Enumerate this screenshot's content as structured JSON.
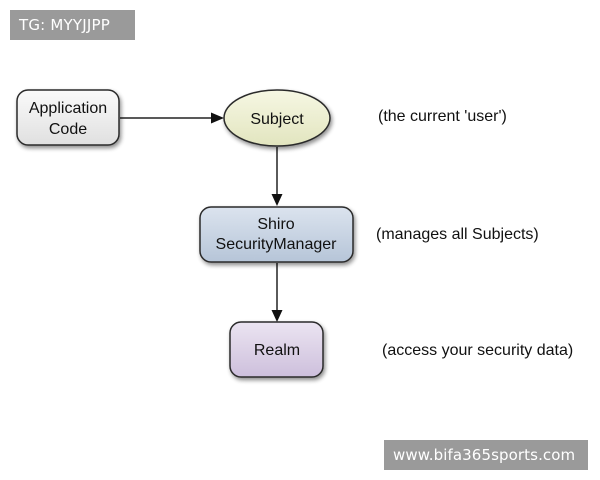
{
  "watermarks": {
    "top": "TG: MYYJJPP",
    "bottom": "www.bifa365sports.com"
  },
  "nodes": {
    "app_code": {
      "line1": "Application",
      "line2": "Code",
      "fill": "#eeeeee"
    },
    "subject": {
      "label": "Subject",
      "fill": "#eef0d2"
    },
    "security_manager": {
      "line1": "Shiro",
      "line2": "SecurityManager",
      "fill": "#c8d4e2"
    },
    "realm": {
      "label": "Realm",
      "fill": "#dcd2e6"
    }
  },
  "notes": {
    "subject": "(the current 'user')",
    "security_manager": "(manages all Subjects)",
    "realm": "(access your security data)"
  }
}
